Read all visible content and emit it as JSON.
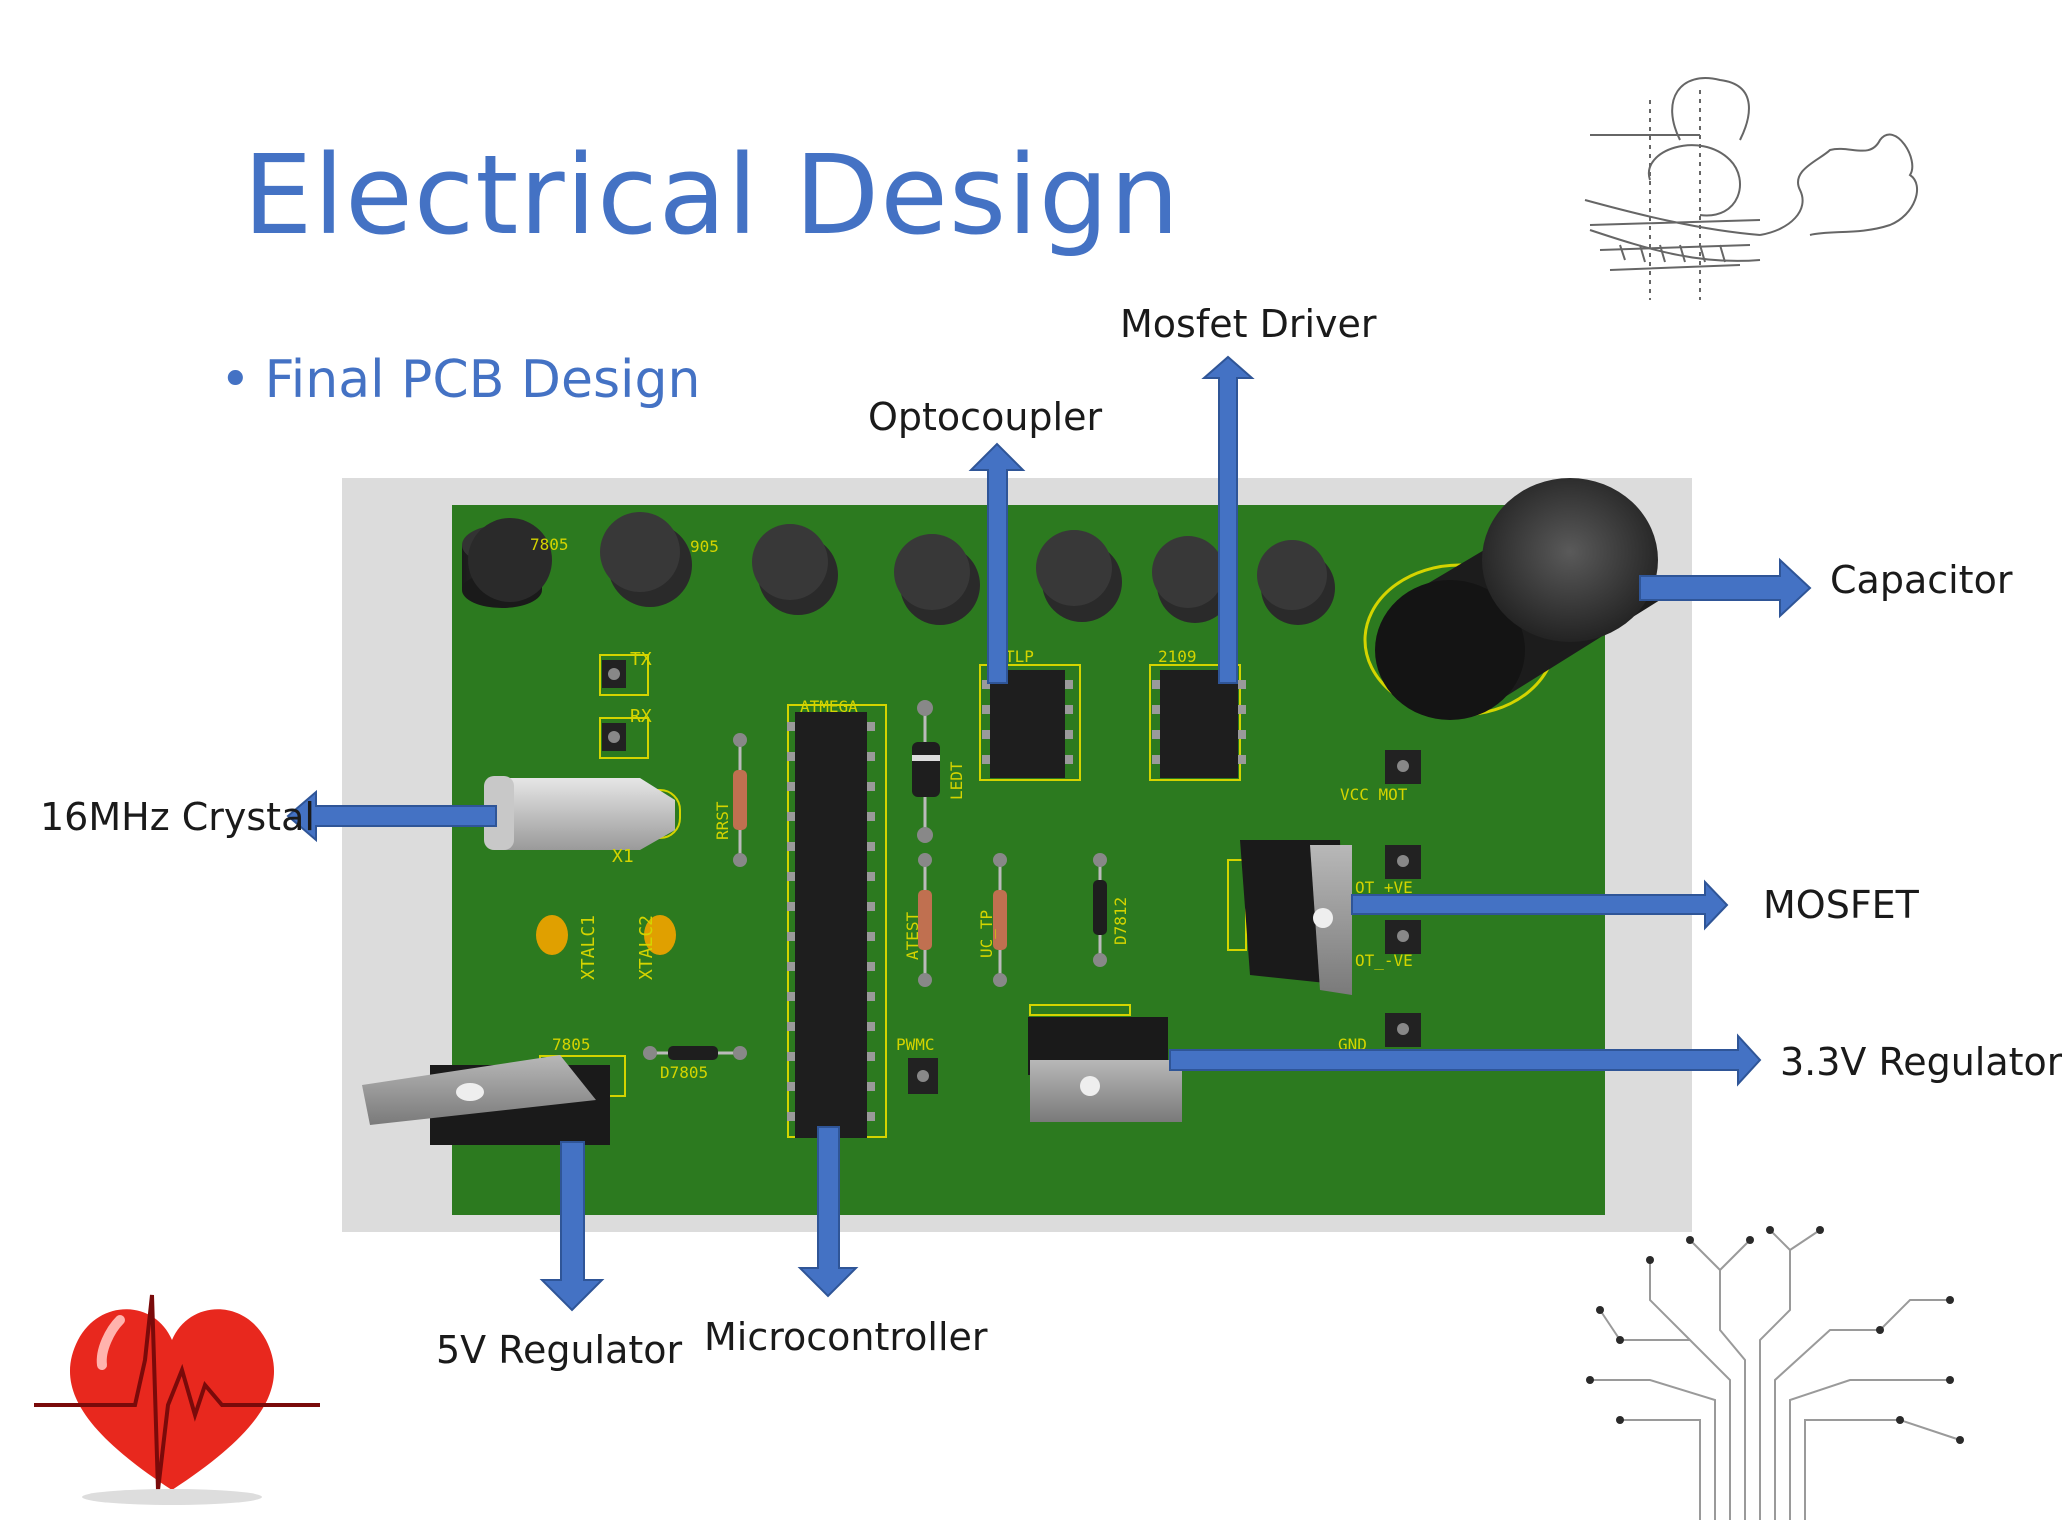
{
  "slide": {
    "title": "Electrical Design",
    "bullet": "Final PCB Design"
  },
  "labels": {
    "mosfet_driver": "Mosfet Driver",
    "optocoupler": "Optocoupler",
    "capacitor": "Capacitor",
    "crystal": "16MHz Crystal",
    "mosfet": "MOSFET",
    "regulator_3v3": "3.3V Regulator",
    "regulator_5v": "5V Regulator",
    "microcontroller": "Microcontroller"
  },
  "silkscreen": {
    "reg1": "7805",
    "reg2": "905",
    "tlp": "TLP",
    "driver": "2109",
    "tx": "TX",
    "rx": "RX",
    "mcu": "ATMEGA",
    "led": "LEDT",
    "rrst": "RRST",
    "x1": "X1",
    "xtal1": "XTALC1",
    "xtal2": "XTALC2",
    "atest": "ATEST",
    "uctp": "UC_TP",
    "d7812": "D7812",
    "vccmot": "VCC MOT",
    "motpos": "OT_+VE",
    "motneg": "OT_-VE",
    "gnd": "GND",
    "pwmc": "PWMC",
    "d7805": "D7805",
    "reg5v": "7805"
  },
  "colors": {
    "title": "#4472c4",
    "arrow": "#4472c4",
    "pcb": "#2e7d1e",
    "silkscreen": "#d4d400"
  }
}
